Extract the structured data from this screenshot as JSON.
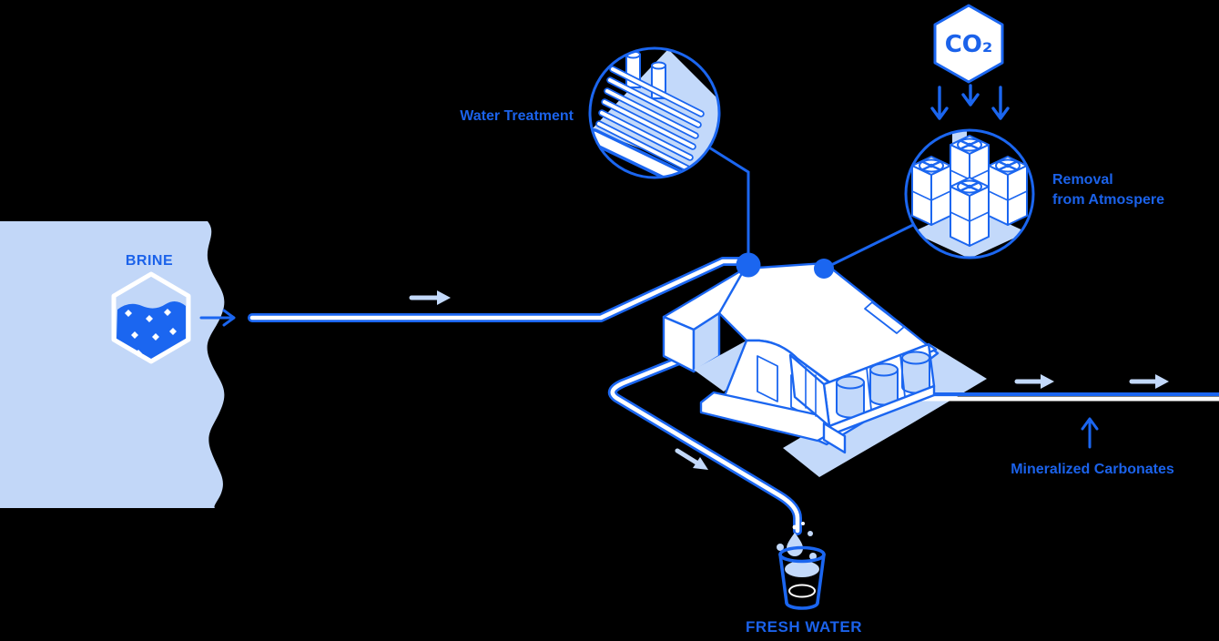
{
  "diagram": {
    "title_context": "brine-to-freshwater carbon mineralization process diagram",
    "background": "#000000",
    "colors": {
      "primary_blue": "#1b66f0",
      "light_blue": "#c3d9fa",
      "water_body_blue": "#c2d7f8",
      "label_blue": "#1b62ea",
      "white": "#ffffff"
    },
    "nodes": {
      "brine": {
        "label": "BRINE",
        "icon": "brine-hexagon-icon"
      },
      "water_treatment": {
        "label": "Water Treatment",
        "icon": "water-treatment-pipes-icon"
      },
      "co2": {
        "label": "CO₂",
        "icon": "co2-hexagon-icon"
      },
      "removal": {
        "label_line1": "Removal",
        "label_line2": "from Atmospere",
        "icon": "dac-fan-cubes-icon"
      },
      "plant": {
        "icon": "processing-plant-building-icon"
      },
      "fresh_water": {
        "label": "FRESH WATER",
        "icon": "water-cup-icon"
      },
      "mineralized": {
        "label": "Mineralized Carbonates"
      }
    },
    "flows": [
      "brine to plant",
      "plant to fresh water cup",
      "plant to mineralized carbonates",
      "co2 to removal from atmosphere unit",
      "water treatment attached to plant",
      "removal unit attached to plant"
    ]
  }
}
